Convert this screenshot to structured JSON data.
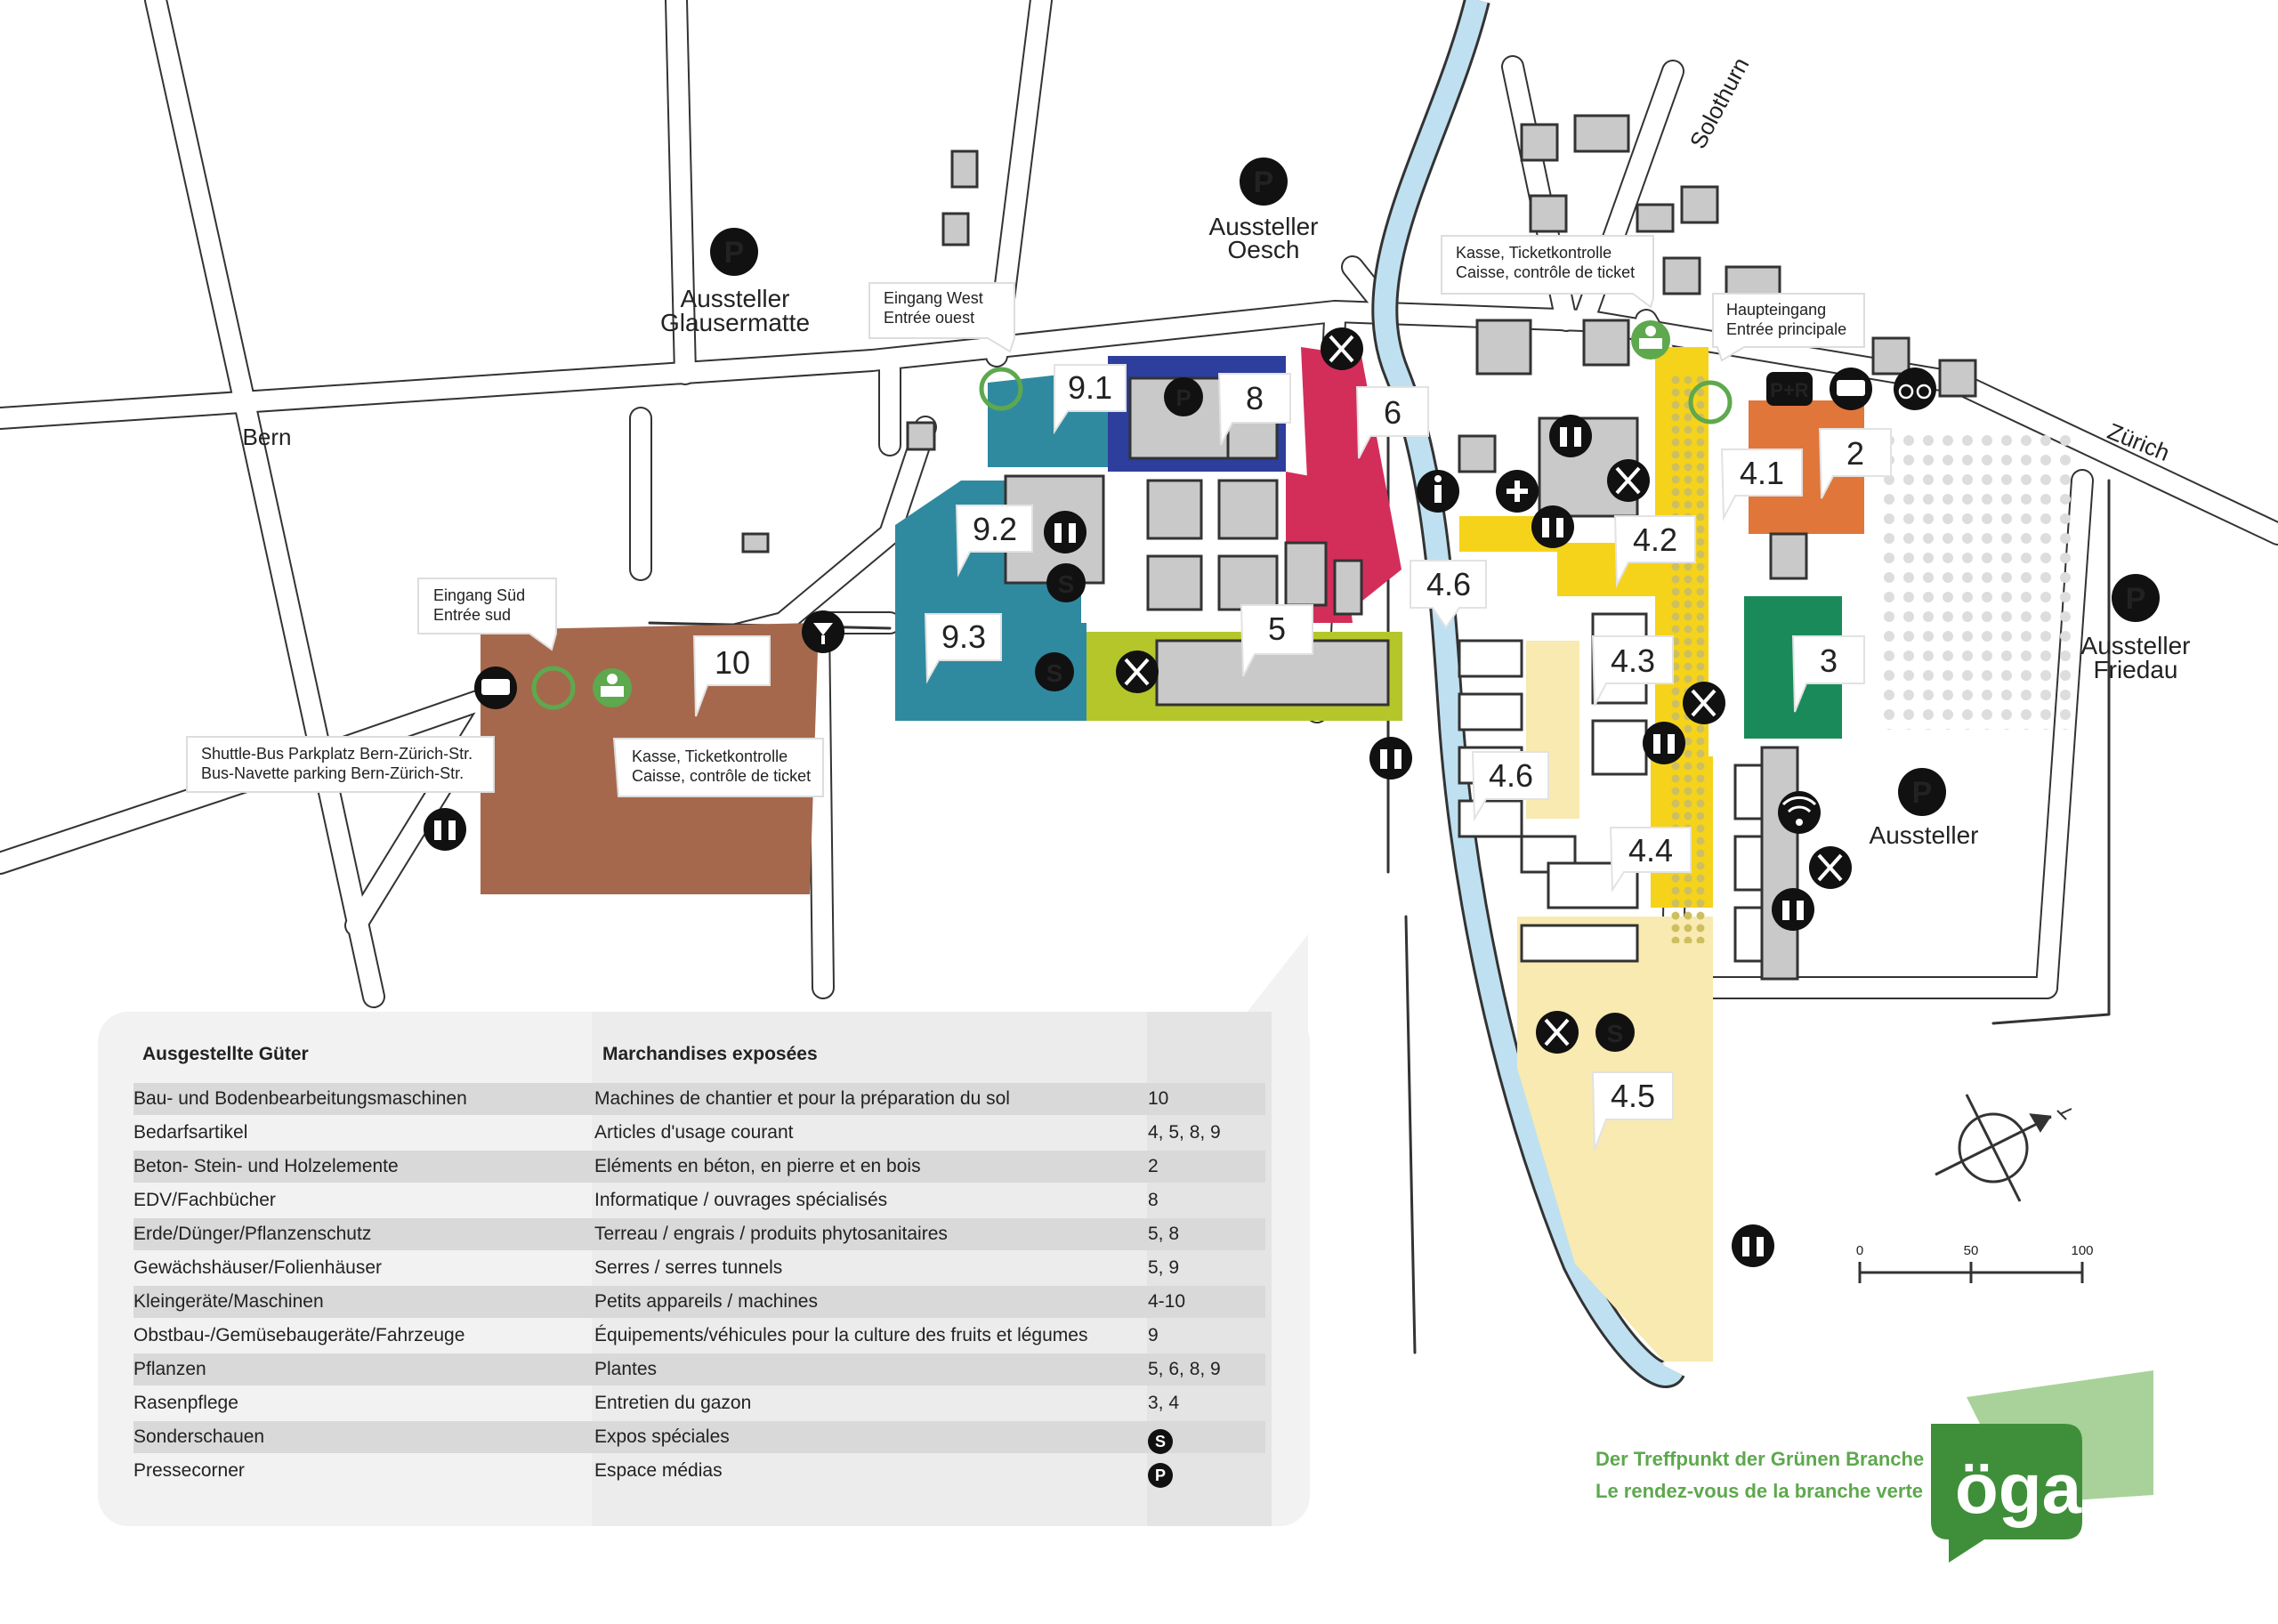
{
  "map": {
    "places": {
      "bern": "Bern",
      "zurich": "Zürich",
      "solothurn": "Solothurn"
    },
    "parking": [
      {
        "line1": "Aussteller",
        "line2": "Glausermatte"
      },
      {
        "line1": "Aussteller",
        "line2": "Oesch"
      },
      {
        "line1": "Aussteller",
        "line2": "Friedau"
      },
      {
        "line1": "Aussteller",
        "line2": ""
      }
    ],
    "callouts": {
      "eingang_west": {
        "de": "Eingang West",
        "fr": "Entrée ouest"
      },
      "eingang_sued": {
        "de": "Eingang Süd",
        "fr": "Entrée sud"
      },
      "kasse_north": {
        "de": "Kasse, Ticketkontrolle",
        "fr": "Caisse, contrôle de ticket"
      },
      "haupteingang": {
        "de": "Haupteingang",
        "fr": "Entrée principale"
      },
      "shuttle": {
        "de": "Shuttle-Bus Parkplatz Bern-Zürich-Str.",
        "fr": "Bus-Navette parking Bern-Zürich-Str."
      },
      "kasse_south": {
        "de": "Kasse, Ticketkontrolle",
        "fr": "Caisse, contrôle de ticket"
      }
    },
    "sectors": [
      "9.1",
      "8",
      "6",
      "4.1",
      "2",
      "9.2",
      "4.2",
      "4.6",
      "9.3",
      "5",
      "10",
      "4.3",
      "3",
      "4.6",
      "4.4",
      "4.5"
    ],
    "icon_labels": {
      "parking_symbol": "P",
      "special_symbol": "S",
      "park_ride": "P+R"
    },
    "scale": {
      "ticks": [
        "0",
        "50",
        "100"
      ]
    },
    "colors": {
      "sector_10": "#a5684c",
      "sector_9": "#2f8aa0",
      "sector_8": "#2d3e9c",
      "sector_6": "#d32e5a",
      "sector_5": "#b5c62b",
      "sector_4": "#f5d31a",
      "sector_4_5": "#f8eab0",
      "sector_3": "#1b8a5a",
      "sector_2": "#e0763a",
      "river": "#bfe0f0",
      "building": "#c9c9c9",
      "green_brand": "#5ea84e"
    }
  },
  "legend": {
    "header_de": "Ausgestellte Güter",
    "header_fr": "Marchandises exposées",
    "rows": [
      {
        "de": "Bau- und Bodenbearbeitungsmaschinen",
        "fr": "Machines de chantier et pour la préparation du sol",
        "sectors": "10"
      },
      {
        "de": "Bedarfsartikel",
        "fr": "Articles d'usage courant",
        "sectors": "4, 5, 8, 9"
      },
      {
        "de": "Beton- Stein- und Holzelemente",
        "fr": "Eléments en béton, en pierre et en bois",
        "sectors": "2"
      },
      {
        "de": "EDV/Fachbücher",
        "fr": "Informatique / ouvrages spécialisés",
        "sectors": "8"
      },
      {
        "de": "Erde/Dünger/Pflanzenschutz",
        "fr": "Terreau / engrais / produits phytosanitaires",
        "sectors": "5, 8"
      },
      {
        "de": "Gewächshäuser/Folienhäuser",
        "fr": "Serres / serres tunnels",
        "sectors": "5, 9"
      },
      {
        "de": "Kleingeräte/Maschinen",
        "fr": "Petits appareils / machines",
        "sectors": "4-10"
      },
      {
        "de": "Obstbau-/Gemüsebaugeräte/Fahrzeuge",
        "fr": "Équipements/véhicules pour la culture des fruits et légumes",
        "sectors": "9"
      },
      {
        "de": "Pflanzen",
        "fr": "Plantes",
        "sectors": "5, 6, 8, 9"
      },
      {
        "de": "Rasenpflege",
        "fr": "Entretien du gazon",
        "sectors": "3, 4"
      },
      {
        "de": "Sonderschauen",
        "fr": "Expos spéciales",
        "sectors": "S"
      },
      {
        "de": "Pressecorner",
        "fr": "Espace médias",
        "sectors": "P"
      }
    ]
  },
  "slogan": {
    "de": "Der Treffpunkt der Grünen Branche",
    "fr": "Le rendez-vous de la branche verte"
  },
  "logo": {
    "text": "öga"
  }
}
